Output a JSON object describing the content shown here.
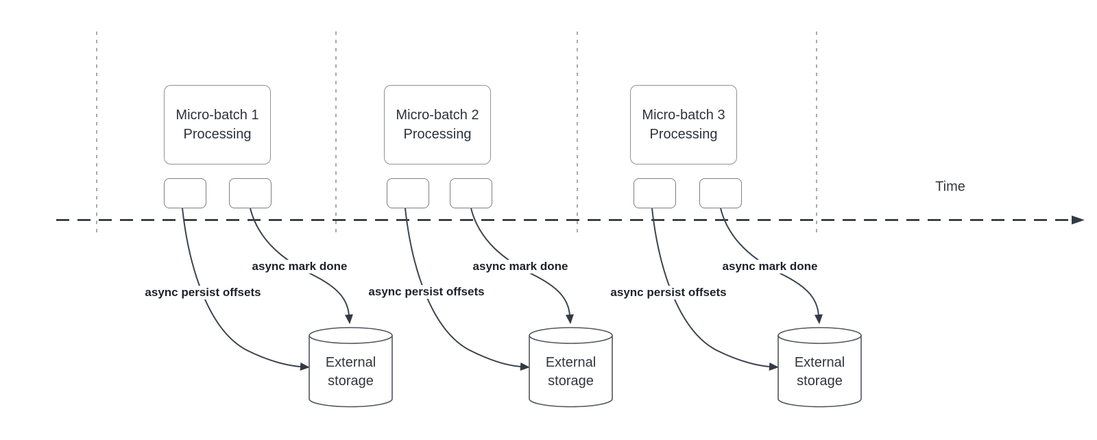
{
  "diagram": {
    "timeline": {
      "label": "Time"
    },
    "groups": [
      {
        "batch_line1": "Micro-batch 1",
        "batch_line2": "Processing",
        "persist_label": "async persist offsets",
        "done_label": "async mark done",
        "storage_line1": "External",
        "storage_line2": "storage"
      },
      {
        "batch_line1": "Micro-batch 2",
        "batch_line2": "Processing",
        "persist_label": "async persist offsets",
        "done_label": "async mark done",
        "storage_line1": "External",
        "storage_line2": "storage"
      },
      {
        "batch_line1": "Micro-batch 3",
        "batch_line2": "Processing",
        "persist_label": "async persist offsets",
        "done_label": "async mark done",
        "storage_line1": "External",
        "storage_line2": "storage"
      }
    ],
    "colors": {
      "background": "#ffffff",
      "guide_line": "#aaaaaa",
      "timeline": "#1f2126",
      "connector": "#3d444e",
      "arrowhead": "#333a45",
      "shape_border": "#8e9196",
      "small_shape_border": "#7c7f85",
      "cylinder_border": "#50555d",
      "shape_text": "#2d323b",
      "bold_label_text": "#1d212a"
    }
  }
}
